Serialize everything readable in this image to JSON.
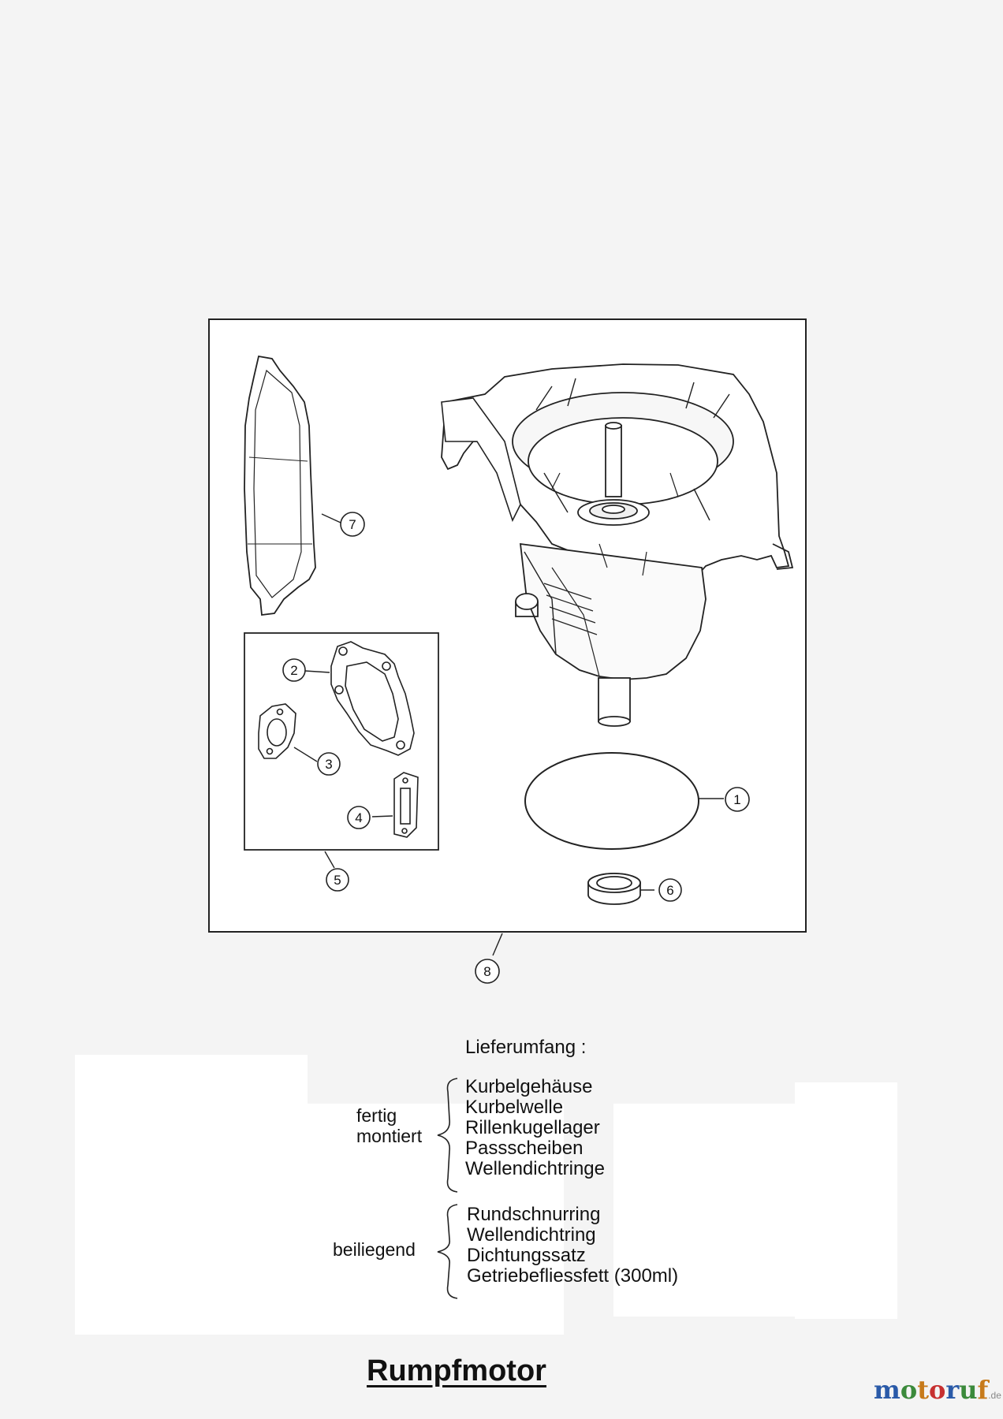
{
  "callouts": [
    {
      "num": "1"
    },
    {
      "num": "2"
    },
    {
      "num": "3"
    },
    {
      "num": "4"
    },
    {
      "num": "5"
    },
    {
      "num": "6"
    },
    {
      "num": "7"
    },
    {
      "num": "8"
    }
  ],
  "scope": {
    "title": "Lieferumfang :",
    "groups": [
      {
        "label_lines": [
          "fertig",
          "montiert"
        ],
        "items": [
          "Kurbelgehäuse",
          "Kurbelwelle",
          "Rillenkugellager",
          "Passscheiben",
          "Wellendichtringe"
        ]
      },
      {
        "label_lines": [
          "beiliegend"
        ],
        "items": [
          "Rundschnurring",
          "Wellendichtring",
          "Dichtungssatz",
          "Getriebefliessfett (300ml)"
        ]
      }
    ]
  },
  "title": "Rumpfmotor",
  "watermark": {
    "letters": [
      {
        "ch": "m",
        "color": "#2a5aa8"
      },
      {
        "ch": "o",
        "color": "#3b8a3b"
      },
      {
        "ch": "t",
        "color": "#c77a1a"
      },
      {
        "ch": "o",
        "color": "#c73030"
      },
      {
        "ch": "r",
        "color": "#2a5aa8"
      },
      {
        "ch": "u",
        "color": "#3b8a3b"
      },
      {
        "ch": "f",
        "color": "#c77a1a"
      }
    ],
    "tld": ".de"
  }
}
